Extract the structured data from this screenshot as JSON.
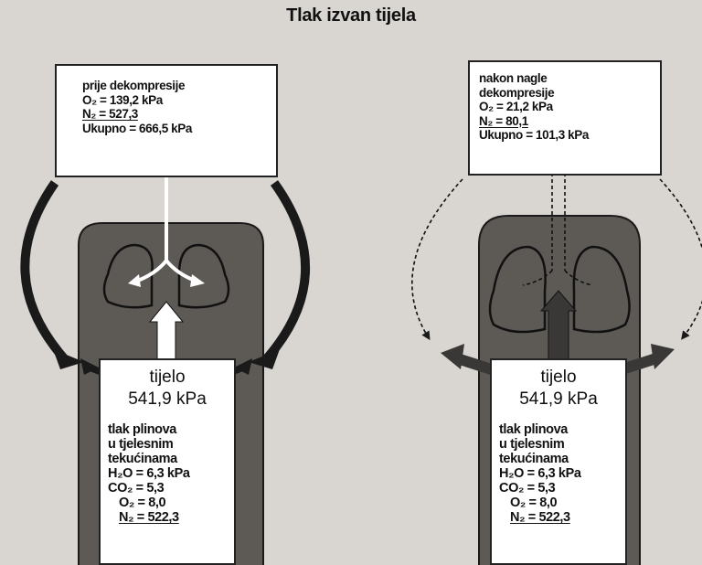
{
  "title": "Tlak izvan tijela",
  "left": {
    "outside_box": {
      "caption": "prije dekompresije",
      "o2": "O₂ = 139,2 kPa",
      "n2": "N₂ = 527,3",
      "total": "Ukupno = 666,5 kPa"
    },
    "body_label": "tijelo",
    "body_pressure": "541,9 kPa",
    "fluids": {
      "caption_1": "tlak plinova",
      "caption_2": "u tjelesnim",
      "caption_3": "tekućinama",
      "h2o": "H₂O = 6,3 kPa",
      "co2": "CO₂ = 5,3",
      "o2": "O₂ = 8,0",
      "n2": "N₂ = 522,3"
    }
  },
  "right": {
    "outside_box": {
      "caption_1": "nakon nagle",
      "caption_2": "dekompresije",
      "o2": "O₂ = 21,2 kPa",
      "n2": "N₂ = 80,1",
      "total": "Ukupno = 101,3 kPa"
    },
    "body_label": "tijelo",
    "body_pressure": "541,9 kPa",
    "fluids": {
      "caption_1": "tlak plinova",
      "caption_2": "u tjelesnim",
      "caption_3": "tekućinama",
      "h2o": "H₂O = 6,3 kPa",
      "co2": "CO₂ = 5,3",
      "o2": "O₂ = 8,0",
      "n2": "N₂ = 522,3"
    }
  },
  "colors": {
    "body_fill": "#5d5a56",
    "stroke": "#1a1a1a",
    "box_fill": "#ffffff",
    "page_bg": "#d9d6d1"
  }
}
